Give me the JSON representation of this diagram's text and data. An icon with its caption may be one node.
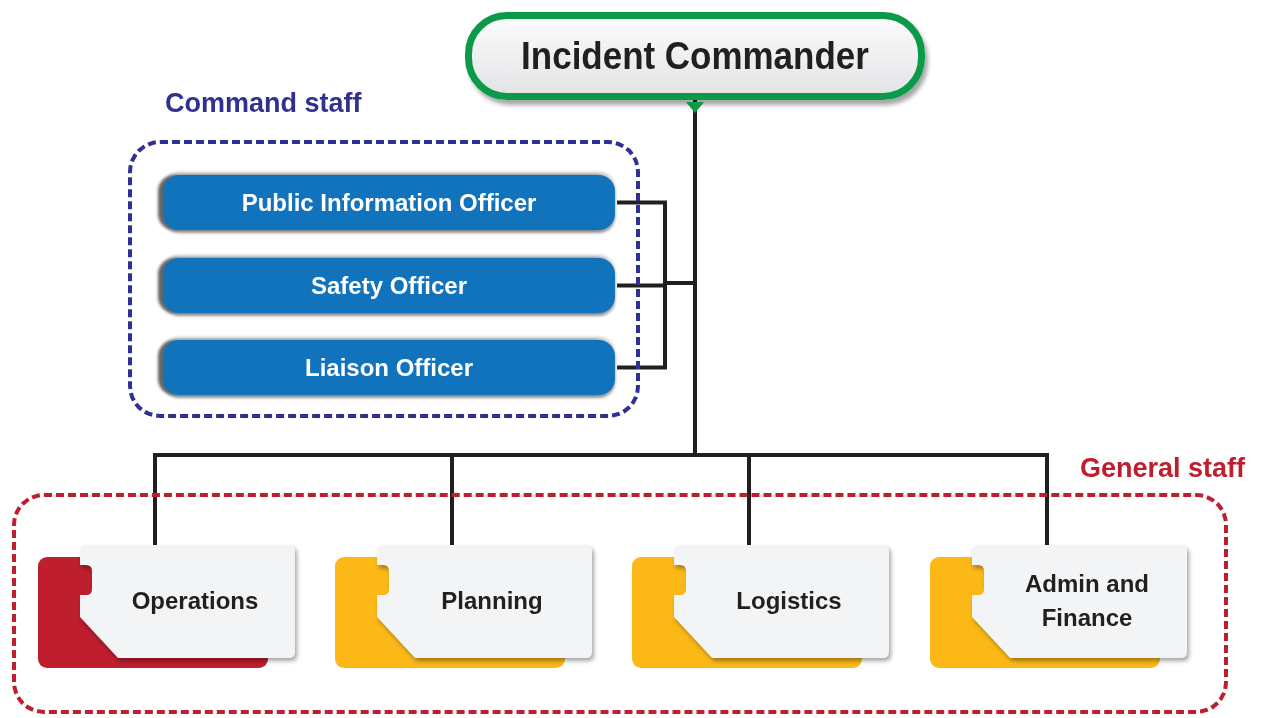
{
  "diagram": {
    "nodes": [
      {
        "text": [
          "Incident Commander"
        ]
      },
      {
        "text": [
          "Command staff"
        ]
      },
      {
        "text": [
          "Public Information Officer"
        ],
        "in": 1
      },
      {
        "text": [
          "Safety Officer"
        ],
        "in": 1
      },
      {
        "text": [
          "Liaison Officer"
        ],
        "in": 1
      },
      {
        "text": [
          "General staff"
        ]
      },
      {
        "text": [
          "Operations"
        ],
        "in": 5
      },
      {
        "text": [
          "Planning"
        ],
        "in": 5
      },
      {
        "text": [
          "Logistics"
        ],
        "in": 5
      },
      {
        "text": [
          "Admin and Finance"
        ],
        "in": 5
      }
    ],
    "edges": [
      {
        "from": 0,
        "to": 2,
        "arrow": "none"
      },
      {
        "from": 0,
        "to": 3,
        "arrow": "none"
      },
      {
        "from": 0,
        "to": 4,
        "arrow": "none"
      },
      {
        "from": 0,
        "to": 6,
        "arrow": "none"
      },
      {
        "from": 0,
        "to": 7,
        "arrow": "none"
      },
      {
        "from": 0,
        "to": 8,
        "arrow": "none"
      },
      {
        "from": 0,
        "to": 9,
        "arrow": "none"
      }
    ]
  }
}
